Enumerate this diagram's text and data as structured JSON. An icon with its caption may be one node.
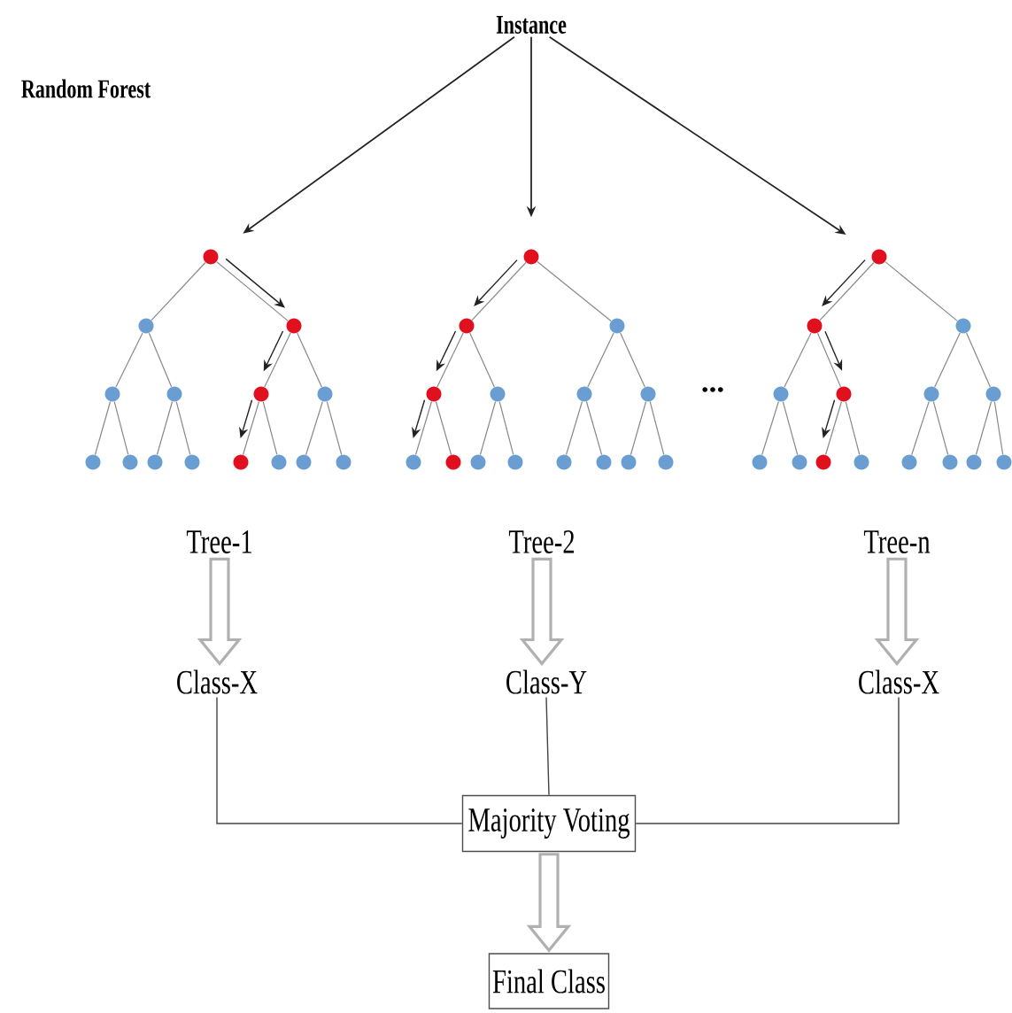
{
  "diagram": {
    "nodes": [
      {
        "text": [
          "Instance"
        ]
      },
      {
        "text": [],
        "shape": "circle"
      },
      {
        "text": [],
        "shape": "circle"
      },
      {
        "text": [],
        "shape": "circle"
      },
      {
        "text": [],
        "shape": "circle"
      },
      {
        "text": [],
        "shape": "circle"
      },
      {
        "text": [],
        "shape": "circle"
      },
      {
        "text": [],
        "shape": "circle"
      },
      {
        "text": [],
        "shape": "circle"
      },
      {
        "text": [],
        "shape": "circle"
      },
      {
        "text": [],
        "shape": "circle"
      },
      {
        "text": [],
        "shape": "circle"
      },
      {
        "text": [],
        "shape": "circle"
      },
      {
        "text": [],
        "shape": "circle"
      },
      {
        "text": [],
        "shape": "circle"
      },
      {
        "text": [],
        "shape": "circle"
      },
      {
        "text": [],
        "shape": "circle"
      },
      {
        "text": [],
        "shape": "circle"
      },
      {
        "text": [],
        "shape": "circle"
      },
      {
        "text": [],
        "shape": "circle"
      },
      {
        "text": [],
        "shape": "circle"
      },
      {
        "text": [],
        "shape": "circle"
      },
      {
        "text": [],
        "shape": "circle"
      },
      {
        "text": [],
        "shape": "circle"
      },
      {
        "text": [],
        "shape": "circle"
      },
      {
        "text": [],
        "shape": "circle"
      },
      {
        "text": [],
        "shape": "circle"
      },
      {
        "text": [],
        "shape": "circle"
      },
      {
        "text": [],
        "shape": "circle"
      },
      {
        "text": [],
        "shape": "circle"
      },
      {
        "text": [],
        "shape": "circle"
      },
      {
        "text": [],
        "shape": "circle"
      },
      {
        "text": [],
        "shape": "circle"
      },
      {
        "text": [],
        "shape": "circle"
      },
      {
        "text": [],
        "shape": "circle"
      },
      {
        "text": [],
        "shape": "circle"
      },
      {
        "text": [],
        "shape": "circle"
      },
      {
        "text": [],
        "shape": "circle"
      },
      {
        "text": [],
        "shape": "circle"
      },
      {
        "text": [],
        "shape": "circle"
      },
      {
        "text": [],
        "shape": "circle"
      },
      {
        "text": [],
        "shape": "circle"
      },
      {
        "text": [],
        "shape": "circle"
      },
      {
        "text": [],
        "shape": "circle"
      },
      {
        "text": [],
        "shape": "circle"
      },
      {
        "text": [],
        "shape": "circle"
      },
      {
        "text": [
          "Tree-1"
        ]
      },
      {
        "text": [
          "Tree-2"
        ]
      },
      {
        "text": [
          "Tree-n"
        ]
      },
      {
        "text": [
          "Class-X"
        ]
      },
      {
        "text": [
          "Class-Y"
        ]
      },
      {
        "text": [
          "Class-X"
        ]
      },
      {
        "text": [
          "Majority Voting"
        ]
      },
      {
        "text": [
          "Final Class"
        ]
      }
    ],
    "edges": [
      {
        "from": 0,
        "to": 1,
        "arrow": "to",
        "color": "#222222"
      },
      {
        "from": 0,
        "to": 16,
        "arrow": "to",
        "color": "#222222"
      },
      {
        "from": 0,
        "to": 31,
        "arrow": "to",
        "color": "#222222"
      },
      {
        "from": 1,
        "to": 2,
        "arrow": "none"
      },
      {
        "from": 1,
        "to": 3,
        "arrow": "none"
      },
      {
        "from": 2,
        "to": 4,
        "arrow": "none"
      },
      {
        "from": 2,
        "to": 5,
        "arrow": "none"
      },
      {
        "from": 3,
        "to": 6,
        "arrow": "none"
      },
      {
        "from": 3,
        "to": 7,
        "arrow": "none"
      },
      {
        "from": 4,
        "to": 8,
        "arrow": "none"
      },
      {
        "from": 4,
        "to": 9,
        "arrow": "none"
      },
      {
        "from": 5,
        "to": 10,
        "arrow": "none"
      },
      {
        "from": 5,
        "to": 11,
        "arrow": "none"
      },
      {
        "from": 6,
        "to": 12,
        "arrow": "none"
      },
      {
        "from": 6,
        "to": 13,
        "arrow": "none"
      },
      {
        "from": 7,
        "to": 14,
        "arrow": "none"
      },
      {
        "from": 7,
        "to": 15,
        "arrow": "none"
      },
      {
        "from": 16,
        "to": 17,
        "arrow": "none"
      },
      {
        "from": 16,
        "to": 18,
        "arrow": "none"
      },
      {
        "from": 17,
        "to": 19,
        "arrow": "none"
      },
      {
        "from": 17,
        "to": 20,
        "arrow": "none"
      },
      {
        "from": 18,
        "to": 21,
        "arrow": "none"
      },
      {
        "from": 18,
        "to": 22,
        "arrow": "none"
      },
      {
        "from": 19,
        "to": 23,
        "arrow": "none"
      },
      {
        "from": 19,
        "to": 24,
        "arrow": "none"
      },
      {
        "from": 20,
        "to": 25,
        "arrow": "none"
      },
      {
        "from": 20,
        "to": 26,
        "arrow": "none"
      },
      {
        "from": 21,
        "to": 27,
        "arrow": "none"
      },
      {
        "from": 21,
        "to": 28,
        "arrow": "none"
      },
      {
        "from": 22,
        "to": 29,
        "arrow": "none"
      },
      {
        "from": 22,
        "to": 30,
        "arrow": "none"
      },
      {
        "from": 31,
        "to": 32,
        "arrow": "none"
      },
      {
        "from": 31,
        "to": 33,
        "arrow": "none"
      },
      {
        "from": 32,
        "to": 34,
        "arrow": "none"
      },
      {
        "from": 32,
        "to": 35,
        "arrow": "none"
      },
      {
        "from": 33,
        "to": 36,
        "arrow": "none"
      },
      {
        "from": 33,
        "to": 37,
        "arrow": "none"
      },
      {
        "from": 34,
        "to": 38,
        "arrow": "none"
      },
      {
        "from": 34,
        "to": 39,
        "arrow": "none"
      },
      {
        "from": 35,
        "to": 40,
        "arrow": "none"
      },
      {
        "from": 35,
        "to": 41,
        "arrow": "none"
      },
      {
        "from": 36,
        "to": 42,
        "arrow": "none"
      },
      {
        "from": 36,
        "to": 43,
        "arrow": "none"
      },
      {
        "from": 37,
        "to": 44,
        "arrow": "none"
      },
      {
        "from": 37,
        "to": 45,
        "arrow": "none"
      },
      {
        "from": 1,
        "to": 3,
        "arrow": "to",
        "color": "#222222"
      },
      {
        "from": 3,
        "to": 6,
        "arrow": "to",
        "color": "#222222"
      },
      {
        "from": 6,
        "to": 12,
        "arrow": "to",
        "color": "#222222"
      },
      {
        "from": 16,
        "to": 17,
        "arrow": "to",
        "color": "#222222"
      },
      {
        "from": 17,
        "to": 19,
        "arrow": "to",
        "color": "#222222"
      },
      {
        "from": 19,
        "to": 23,
        "arrow": "to",
        "color": "#222222"
      },
      {
        "from": 31,
        "to": 32,
        "arrow": "to",
        "color": "#222222"
      },
      {
        "from": 32,
        "to": 35,
        "arrow": "to",
        "color": "#222222"
      },
      {
        "from": 35,
        "to": 40,
        "arrow": "to",
        "color": "#222222"
      },
      {
        "from": 46,
        "to": 49,
        "arrow": "to",
        "style": "thick",
        "color": "#b0b0b0"
      },
      {
        "from": 47,
        "to": 50,
        "arrow": "to",
        "style": "thick",
        "color": "#b0b0b0"
      },
      {
        "from": 48,
        "to": 51,
        "arrow": "to",
        "style": "thick",
        "color": "#b0b0b0"
      },
      {
        "from": 49,
        "to": 52,
        "arrow": "none",
        "color": "#444444"
      },
      {
        "from": 50,
        "to": 52,
        "arrow": "none",
        "color": "#444444"
      },
      {
        "from": 51,
        "to": 52,
        "arrow": "none",
        "color": "#444444"
      },
      {
        "from": 52,
        "to": 53,
        "arrow": "to",
        "style": "thick",
        "color": "#b0b0b0"
      }
    ],
    "labels": [
      "Random Forest",
      "..."
    ]
  }
}
